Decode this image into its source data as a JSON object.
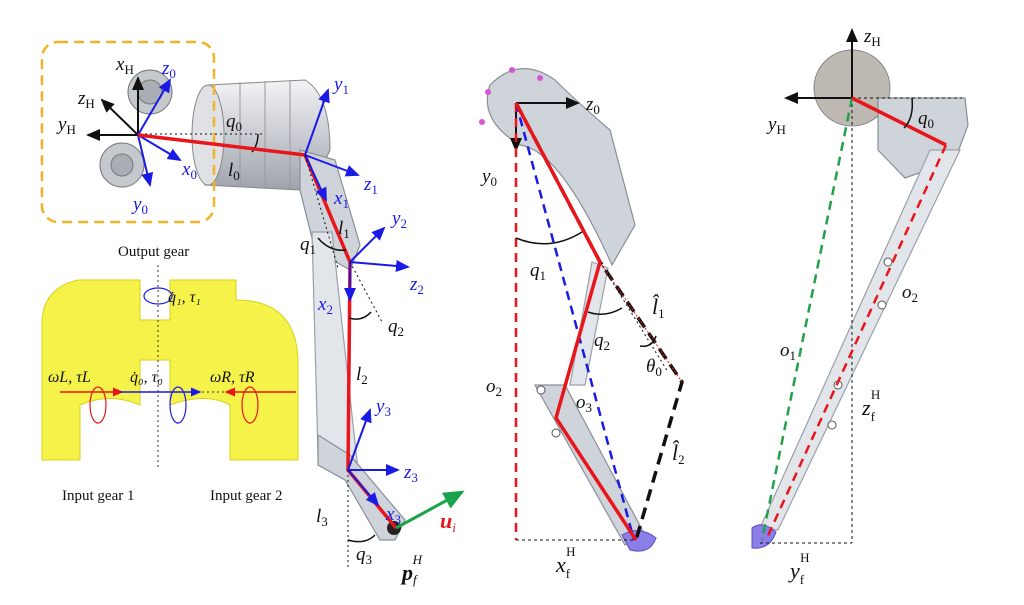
{
  "panel_left": {
    "base_frame": {
      "x": "x",
      "y": "y",
      "z": "z",
      "sub": "H"
    },
    "frames": [
      {
        "x": "x",
        "y": "y",
        "z": "z",
        "sub": "0"
      },
      {
        "x": "x",
        "y": "y",
        "z": "z",
        "sub": "1"
      },
      {
        "x": "x",
        "y": "y",
        "z": "z",
        "sub": "2"
      },
      {
        "x": "x",
        "y": "y",
        "z": "z",
        "sub": "3"
      }
    ],
    "angles": [
      {
        "sym": "q",
        "sub": "0"
      },
      {
        "sym": "q",
        "sub": "1"
      },
      {
        "sym": "q",
        "sub": "2"
      },
      {
        "sym": "q",
        "sub": "3"
      }
    ],
    "links": [
      {
        "sym": "l",
        "sub": "0"
      },
      {
        "sym": "l",
        "sub": "1"
      },
      {
        "sym": "l",
        "sub": "2"
      },
      {
        "sym": "l",
        "sub": "3"
      }
    ],
    "foot_point": {
      "sym": "p",
      "sub": "f",
      "sup": "H"
    },
    "input_vector": {
      "sym": "u",
      "sub": "i"
    },
    "gear_captions": {
      "output": "Output gear",
      "input1": "Input gear 1",
      "input2": "Input gear 2"
    },
    "gear_labels": {
      "top": "q̇₁, τ₁",
      "center": "q̇₀, τ₀",
      "left": "ωL, τL",
      "right": "ωR, τR"
    }
  },
  "panel_middle": {
    "frame": {
      "z": "z",
      "y": "y",
      "sub": "0"
    },
    "angles": [
      {
        "sym": "q",
        "sub": "1"
      },
      {
        "sym": "q",
        "sub": "2"
      },
      {
        "sym": "θ",
        "sub": "0"
      }
    ],
    "virtual_links": [
      {
        "sym": "l̂",
        "sub": "1"
      },
      {
        "sym": "l̂",
        "sub": "2"
      }
    ],
    "distances": [
      {
        "sym": "o",
        "sub": "2"
      },
      {
        "sym": "o",
        "sub": "3"
      }
    ],
    "foot_x": {
      "sym": "x",
      "sub": "f",
      "sup": "H"
    }
  },
  "panel_right": {
    "frame": {
      "z": "z",
      "y": "y",
      "sub": "H"
    },
    "angle": {
      "sym": "q",
      "sub": "0"
    },
    "distances": [
      {
        "sym": "o",
        "sub": "1"
      },
      {
        "sym": "o",
        "sub": "2"
      }
    ],
    "foot_z": {
      "sym": "z",
      "sub": "f",
      "sup": "H"
    },
    "foot_y": {
      "sym": "y",
      "sub": "f",
      "sup": "H"
    }
  },
  "colors": {
    "kinematic_chain": "#e8161b",
    "frame_axes": "#1a1ae6",
    "base_axes": "#000000",
    "highlight_box": "#f0b429",
    "gear_yellow": "#f5f24a",
    "input_vector": "#1aa34a",
    "o1_line": "#22a04a"
  }
}
